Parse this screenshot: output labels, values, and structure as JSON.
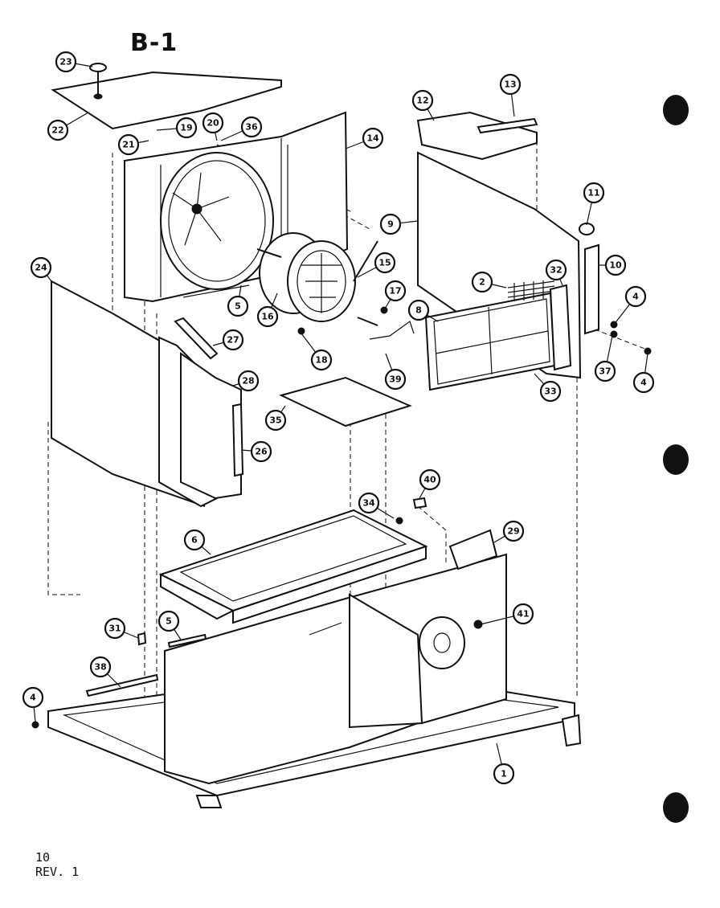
{
  "diagram": {
    "title": "B-1",
    "footer_page": "10",
    "footer_rev": "REV. 1",
    "callouts": [
      "23",
      "22",
      "19",
      "20",
      "36",
      "21",
      "14",
      "12",
      "13",
      "11",
      "9",
      "24",
      "5",
      "16",
      "15",
      "17",
      "2",
      "32",
      "10",
      "4",
      "8",
      "27",
      "18",
      "39",
      "37",
      "4",
      "33",
      "28",
      "26",
      "35",
      "40",
      "34",
      "6",
      "29",
      "31",
      "5",
      "41",
      "38",
      "4",
      "1"
    ]
  }
}
